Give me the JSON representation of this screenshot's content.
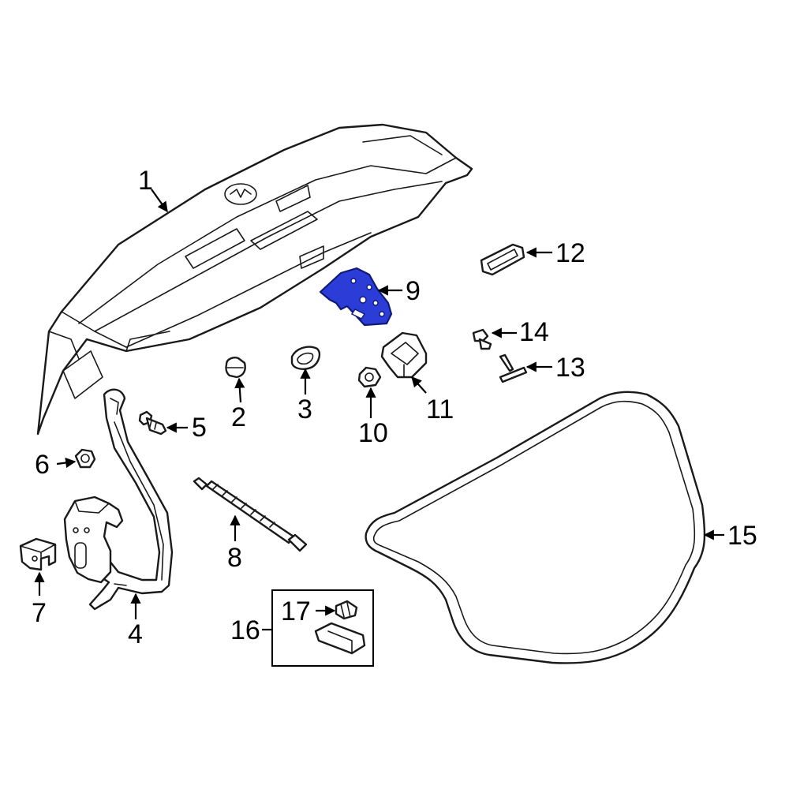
{
  "diagram": {
    "callouts": [
      {
        "id": "1",
        "text": "1"
      },
      {
        "id": "2",
        "text": "2"
      },
      {
        "id": "3",
        "text": "3"
      },
      {
        "id": "4",
        "text": "4"
      },
      {
        "id": "5",
        "text": "5"
      },
      {
        "id": "6",
        "text": "6"
      },
      {
        "id": "7",
        "text": "7"
      },
      {
        "id": "8",
        "text": "8"
      },
      {
        "id": "9",
        "text": "9"
      },
      {
        "id": "10",
        "text": "10"
      },
      {
        "id": "11",
        "text": "11"
      },
      {
        "id": "12",
        "text": "12"
      },
      {
        "id": "13",
        "text": "13"
      },
      {
        "id": "14",
        "text": "14"
      },
      {
        "id": "15",
        "text": "15"
      },
      {
        "id": "16",
        "text": "16"
      },
      {
        "id": "17",
        "text": "17"
      }
    ],
    "highlighted_part": "9",
    "colors": {
      "highlight": "#2b3dd6",
      "line": "#1a1a1a",
      "background": "#ffffff"
    }
  }
}
